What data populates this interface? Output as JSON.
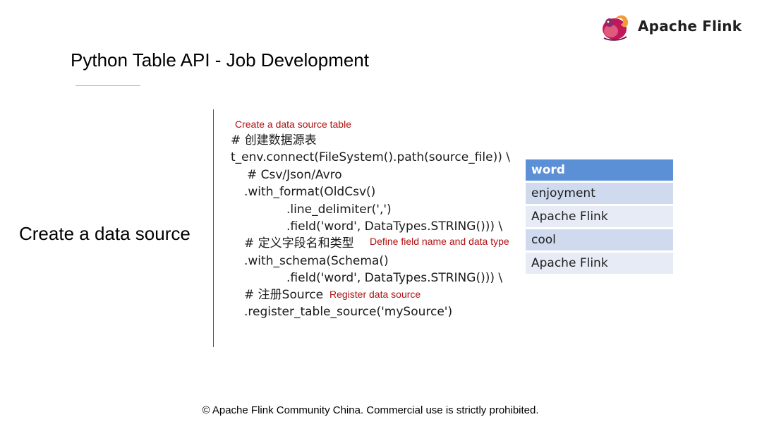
{
  "brand": {
    "name": "Apache Flink",
    "logo_icon": "squirrel-icon"
  },
  "slide": {
    "title": "Python Table API - Job Development",
    "section_label": "Create a data source"
  },
  "code_lines": [
    "# 创建数据源表",
    "t_env.connect(FileSystem().path(source_file)) \\",
    "# Csv/Json/Avro",
    ".with_format(OldCsv()",
    ".line_delimiter(',')",
    ".field('word', DataTypes.STRING())) \\",
    "# 定义字段名和类型",
    ".with_schema(Schema()",
    ".field('word', DataTypes.STRING())) \\",
    "# 注册Source",
    ".register_table_source('mySource')"
  ],
  "annotations": {
    "create_table": "Create a data source table",
    "field_types": "Define field name and data type",
    "register": "Register data source"
  },
  "word_table": {
    "header": "word",
    "rows": [
      "enjoyment",
      "Apache Flink",
      "cool",
      "Apache Flink"
    ]
  },
  "footer": "© Apache Flink Community China. Commercial use is strictly prohibited.",
  "colors": {
    "annotation": "#b01010",
    "table_header": "#5b8fd6",
    "table_row_dark": "#cfdaee",
    "table_row_light": "#e6ebf5"
  }
}
